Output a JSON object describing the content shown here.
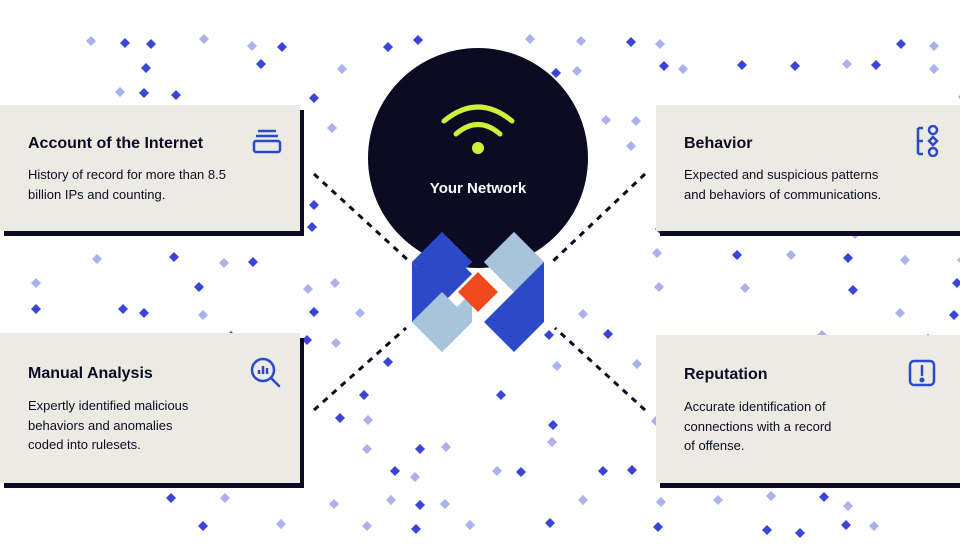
{
  "center": {
    "label": "Your Network"
  },
  "cards": [
    {
      "title": "Account of the Internet",
      "lines": [
        "History of record for more than 8.5",
        "billion IPs and counting."
      ],
      "icon": "stack-icon"
    },
    {
      "title": "Behavior",
      "lines": [
        "Expected and suspicious patterns",
        "and behaviors of communications."
      ],
      "icon": "workflow-icon"
    },
    {
      "title": "Manual Analysis",
      "lines": [
        "Expertly identified malicious",
        "behaviors and anomalies",
        "coded into rulesets."
      ],
      "icon": "magnify-chart-icon"
    },
    {
      "title": "Reputation",
      "lines": [
        "Accurate identification of",
        "connections with a record",
        "of offense."
      ],
      "icon": "alert-icon"
    }
  ],
  "colors": {
    "navy": "#0b0b24",
    "blue": "#2b49c9",
    "light_blue": "#a8c4dc",
    "orange": "#f2481e",
    "lime": "#d1ef3a",
    "card_bg": "#ebebe4",
    "dot_dark": "#3a45d6",
    "dot_light": "#aab1ec"
  }
}
